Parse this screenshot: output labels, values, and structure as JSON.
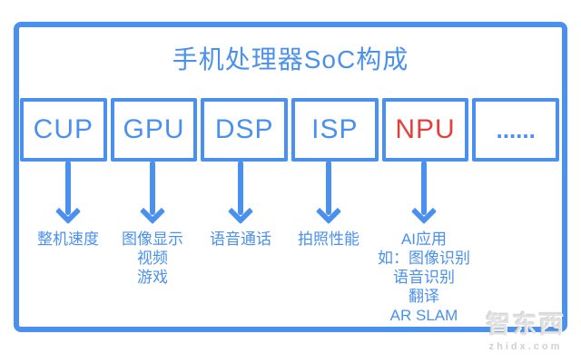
{
  "title": "手机处理器SoC构成",
  "colors": {
    "blue": "#4a90ee",
    "red": "#e2403c"
  },
  "soc_blocks": [
    {
      "label": "CUP"
    },
    {
      "label": "GPU"
    },
    {
      "label": "DSP"
    },
    {
      "label": "ISP"
    },
    {
      "label": "NPU"
    },
    {
      "label": "......"
    }
  ],
  "block_functions": [
    {
      "lines": [
        "整机速度"
      ]
    },
    {
      "lines": [
        "图像显示",
        "视频",
        "游戏"
      ]
    },
    {
      "lines": [
        "语音通话"
      ]
    },
    {
      "lines": [
        "拍照性能"
      ]
    },
    {
      "lines": [
        "AI应用",
        "如：图像识别",
        "语音识别",
        "翻译",
        "AR SLAM"
      ]
    }
  ],
  "watermark": {
    "logo": "智东西",
    "site": "zhidx.com"
  }
}
